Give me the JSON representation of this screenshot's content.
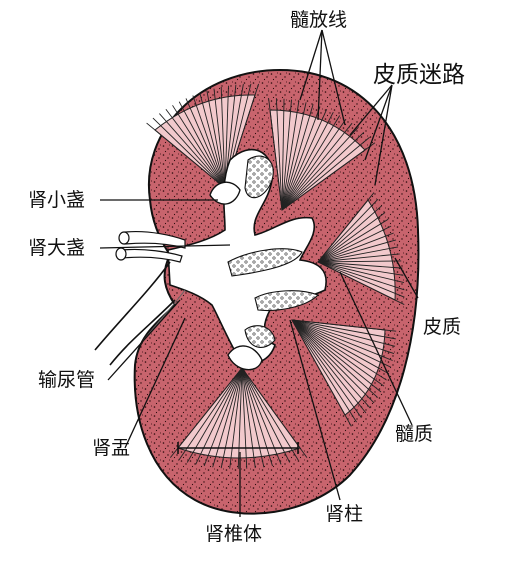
{
  "labels": {
    "medullary_rays": "髓放线",
    "cortical_labyrinth": "皮质迷路",
    "minor_calyx": "肾小盏",
    "major_calyx": "肾大盏",
    "cortex": "皮质",
    "ureter": "输尿管",
    "medulla": "髓质",
    "renal_pelvis": "肾盂",
    "renal_column": "肾柱",
    "renal_pyramid": "肾椎体"
  },
  "colors": {
    "cortex_fill": "#c8646d",
    "pyramid_fill": "#f2c9cc",
    "outline": "#111111",
    "stipple": "#2a0a0c"
  }
}
